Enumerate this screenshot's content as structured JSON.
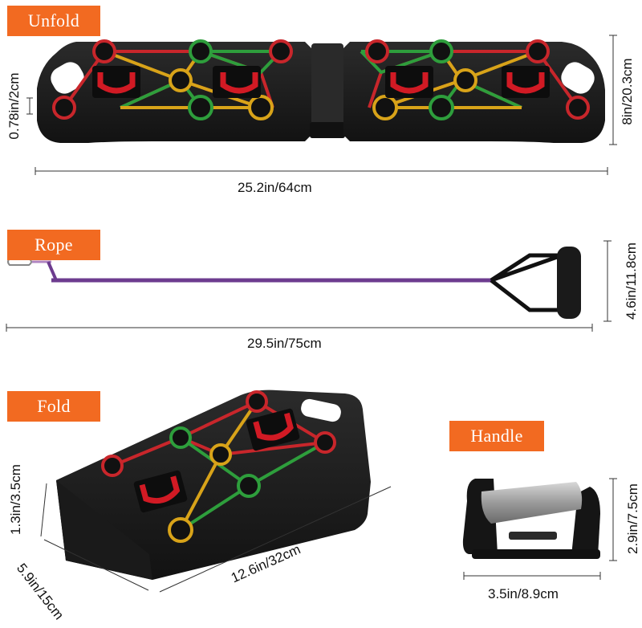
{
  "sections": {
    "unfold": {
      "tag": "Unfold",
      "width": "25.2in/64cm",
      "height": "8in/20.3cm",
      "thickness": "0.78in/2cm"
    },
    "rope": {
      "tag": "Rope",
      "length": "29.5in/75cm",
      "height": "4.6in/11.8cm"
    },
    "fold": {
      "tag": "Fold",
      "length": "12.6in/32cm",
      "width": "5.9in/15cm",
      "thickness": "1.3in/3.5cm"
    },
    "handle": {
      "tag": "Handle",
      "width": "3.5in/8.9cm",
      "height": "2.9in/7.5cm"
    }
  },
  "colors": {
    "tag_bg": "#f26a21",
    "board": "#1f1f1f",
    "line_red": "#c8262b",
    "line_green": "#2e9e3c",
    "line_yellow": "#d8a319",
    "handle_red": "#d11a24",
    "rope": "#6d3c8f"
  }
}
